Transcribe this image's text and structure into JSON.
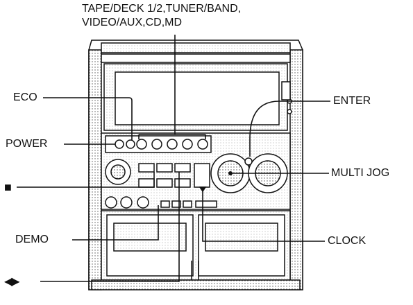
{
  "callouts": {
    "sources_line1": "TAPE/DECK 1/2,TUNER/BAND,",
    "sources_line2": "VIDEO/AUX,CD,MD",
    "eco": "ECO",
    "power": "POWER",
    "stop_symbol": "■",
    "demo": "DEMO",
    "rewind_ff_symbol": "◀▶",
    "enter": "ENTER",
    "multi_jog": "MULTI JOG",
    "clock": "CLOCK"
  }
}
